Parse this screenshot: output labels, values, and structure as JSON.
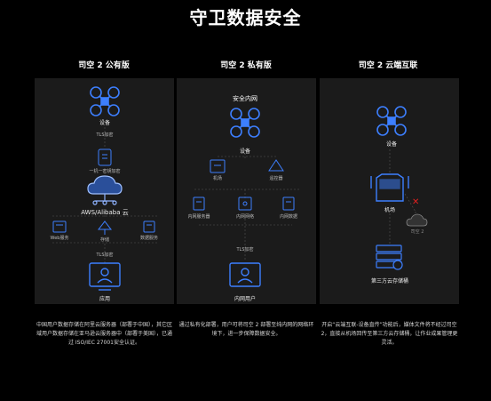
{
  "page": {
    "title": "守卫数据安全",
    "accent": "#3d7fff",
    "panel_bg": "#1b1b1b"
  },
  "public": {
    "title": "司空 2 公有版",
    "device": "设备",
    "tls_top": "TLS加密",
    "encrypt": "一机一密钥加密",
    "cloud": "AWS/Alibaba 云",
    "svc1": "Web服务",
    "svc2": "存储",
    "svc3": "数据服务",
    "tls_bottom": "TLS加密",
    "app": "应用",
    "desc": "中国用户数据存储在阿里云服务器（部署于中国），其它区域用户数据存储在亚马逊云服务器中（部署于美国），已通过 ISO/IEC 27001安全认证。"
  },
  "private": {
    "title": "司空 2 私有版",
    "network": "安全内网",
    "device": "设备",
    "dock": "机场",
    "cloud": "遥控器",
    "svc1": "内网服务器",
    "svc2": "内网网络",
    "svc3": "内网数据",
    "tls": "TLS加密",
    "user": "内网用户",
    "desc": "通过私有化部署，用户可将司空 2 部署至纯内网的网络环境下，进一步保障数据安全。"
  },
  "cloud_link": {
    "title": "司空 2 云端互联",
    "device": "设备",
    "dock": "机场",
    "blocked": "司空 2",
    "blocked_mark": "✕",
    "storage": "第三方云存储桶",
    "desc": "开启“云端互联-设备直传”功能后，媒体文件将不经过司空 2，直接从机场回传至第三方云存储桶，让作业成果管理更灵活。"
  }
}
